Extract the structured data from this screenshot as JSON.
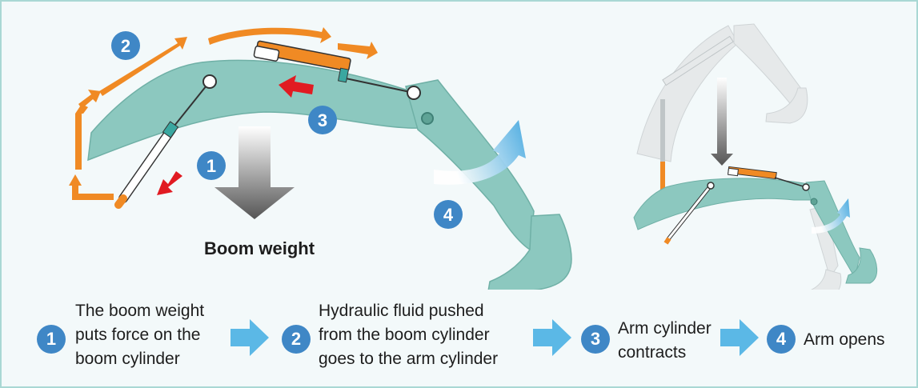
{
  "colors": {
    "boom": "#8cc8bf",
    "boom_stroke": "#6fb0a6",
    "hydraulic_arrow": "#f08a24",
    "force_arrow": "#e11b22",
    "badge": "#3f87c6",
    "flow_arrow": "#5bb8e6",
    "ghost": "#e6e9ea"
  },
  "diagram": {
    "weight_label": "Boom weight",
    "markers": [
      "1",
      "2",
      "3",
      "4"
    ]
  },
  "steps": [
    {
      "num": "1",
      "text": "The boom weight\nputs force on the\nboom cylinder"
    },
    {
      "num": "2",
      "text": "Hydraulic fluid pushed\nfrom the boom cylinder\ngoes to the arm cylinder"
    },
    {
      "num": "3",
      "text": "Arm cylinder\ncontracts"
    },
    {
      "num": "4",
      "text": "Arm opens"
    }
  ]
}
